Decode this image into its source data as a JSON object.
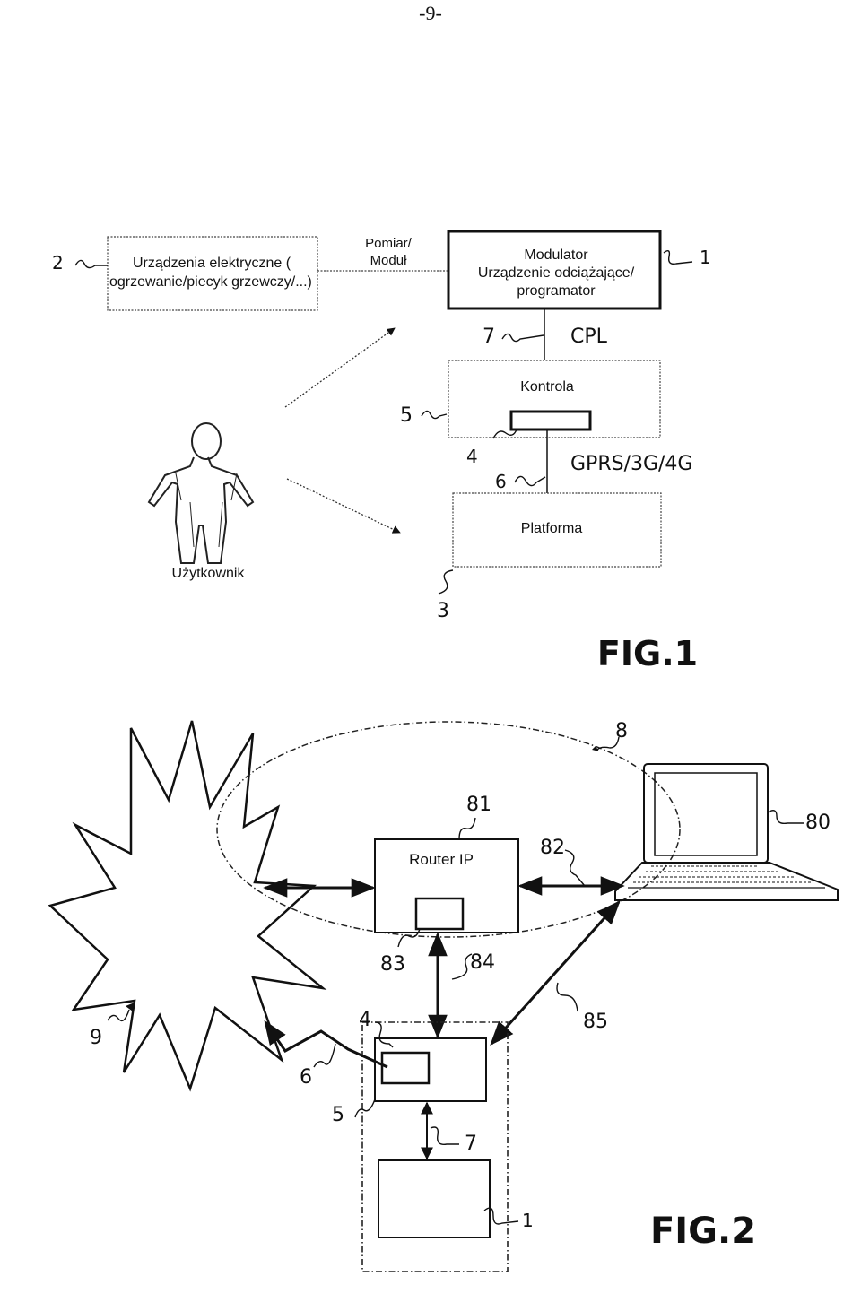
{
  "page_number": "-9-",
  "fig1": {
    "caption": "FIG.1",
    "devices_box": {
      "line1": "Urządzenia elektryczne (",
      "line2": "ogrzewanie/piecyk grzewczy/...)"
    },
    "measure_label": {
      "line1": "Pomiar/",
      "line2": "Moduł"
    },
    "modulator_box": {
      "line1": "Modulator",
      "line2": "Urządzenie odciążające/",
      "line3": "programator"
    },
    "cpl_label": "CPL",
    "control_box": "Kontrola",
    "gprs_label": "GPRS/3G/4G",
    "platform_box": "Platforma",
    "user_label": "Użytkownik",
    "ref_2": "2",
    "ref_1": "1",
    "ref_7": "7",
    "ref_5": "5",
    "ref_4": "4",
    "ref_6": "6",
    "ref_3": "3"
  },
  "fig2": {
    "caption": "FIG.2",
    "router_label": "Router IP",
    "ref_8": "8",
    "ref_81": "81",
    "ref_80": "80",
    "ref_82": "82",
    "ref_83": "83",
    "ref_84": "84",
    "ref_85": "85",
    "ref_9": "9",
    "ref_4": "4",
    "ref_6": "6",
    "ref_5": "5",
    "ref_7": "7",
    "ref_1": "1"
  }
}
